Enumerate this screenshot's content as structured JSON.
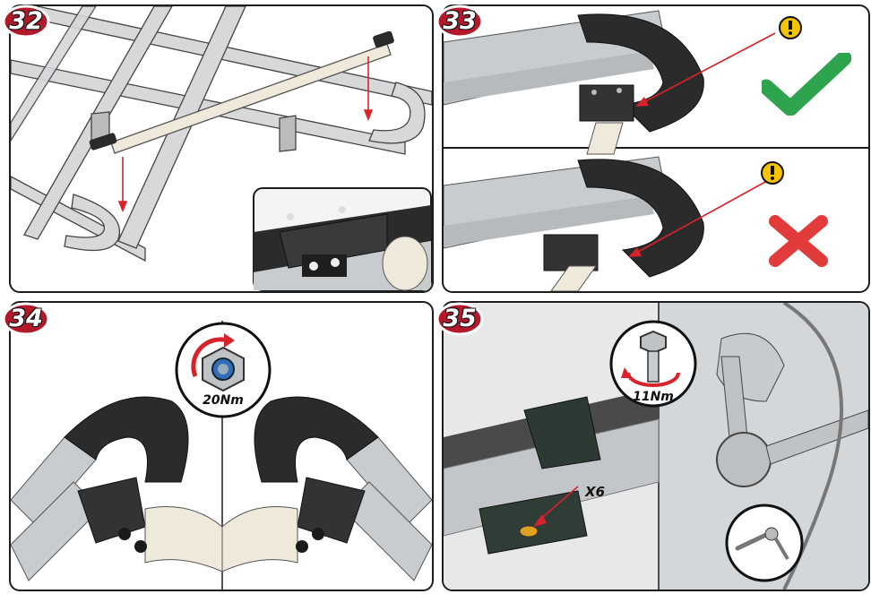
{
  "steps": [
    {
      "number": "32"
    },
    {
      "number": "33"
    },
    {
      "number": "34"
    },
    {
      "number": "35"
    }
  ],
  "step34": {
    "torque_label": "20Nm"
  },
  "step35": {
    "torque_label": "11Nm",
    "quantity_label": "X6"
  },
  "colors": {
    "badge_red": "#b3192b",
    "arrow_red": "#d8232a",
    "check_green": "#2ea44f",
    "cross_red": "#e23b3b",
    "warning_yellow": "#f5c400",
    "rail_grey": "#c9ccce",
    "bar_cream": "#efe9dc",
    "bracket_black": "#2b2b2b"
  },
  "icons": [
    "warning-icon",
    "checkmark-icon",
    "cross-icon",
    "rotate-arrow-icon",
    "nut-icon",
    "bolt-icon",
    "wrench-icon"
  ]
}
